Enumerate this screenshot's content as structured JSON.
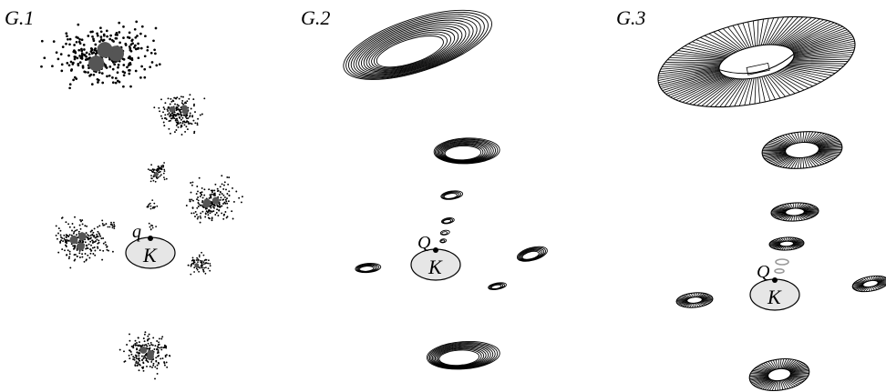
{
  "panels": [
    {
      "label": "G.1",
      "core_label": "K",
      "point_label": "q"
    },
    {
      "label": "G.2",
      "core_label": "K",
      "point_label": "Q"
    },
    {
      "label": "G.3",
      "core_label": "K",
      "point_label": "Q"
    }
  ],
  "colors": {
    "ink": "#000000",
    "core_fill": "#e6e6e6",
    "ghost": "#9a9a9a"
  }
}
